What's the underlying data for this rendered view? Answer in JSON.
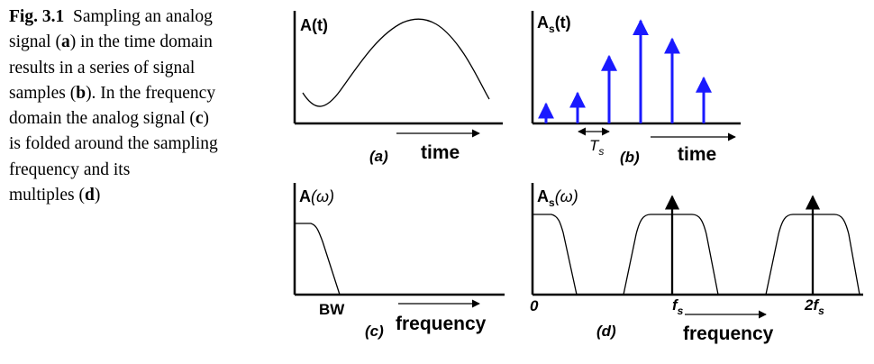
{
  "caption": {
    "fig_label": "Fig. 3.1",
    "lines": [
      [
        "Sampling an analog"
      ],
      [
        "signal (",
        "a",
        ") in the time domain"
      ],
      [
        "results in a series of signal"
      ],
      [
        "samples (",
        "b",
        "). In the frequency"
      ],
      [
        "domain the analog signal (",
        "c",
        ")"
      ],
      [
        "is folded around the sampling"
      ],
      [
        "frequency and its"
      ],
      [
        "multiples (",
        "d",
        ")"
      ]
    ]
  },
  "panels": {
    "a": {
      "ylabel": "A(t)",
      "panel_label": "(a)",
      "axis_label": "time"
    },
    "b": {
      "ylabel_main": "A",
      "ylabel_sub": "s",
      "ylabel_tail": "(t)",
      "panel_label": "(b)",
      "axis_label": "time",
      "period_main": "T",
      "period_sub": "s",
      "sample_levels": [
        0.18,
        0.28,
        0.62,
        0.95,
        0.78,
        0.42
      ],
      "sample_color": "#1a1aff"
    },
    "c": {
      "ylabel_main": "A",
      "ylabel_tail": "(ω)",
      "panel_label": "(c)",
      "axis_label": "frequency",
      "cutoff_label": "BW"
    },
    "d": {
      "ylabel_main": "A",
      "ylabel_sub": "s",
      "ylabel_tail": "(ω)",
      "panel_label": "(d)",
      "axis_label": "frequency",
      "tick_zero": "0",
      "tick_fs_main": "f",
      "tick_fs_sub": "s",
      "tick_2fs_main": "2f",
      "tick_2fs_sub": "s"
    }
  }
}
